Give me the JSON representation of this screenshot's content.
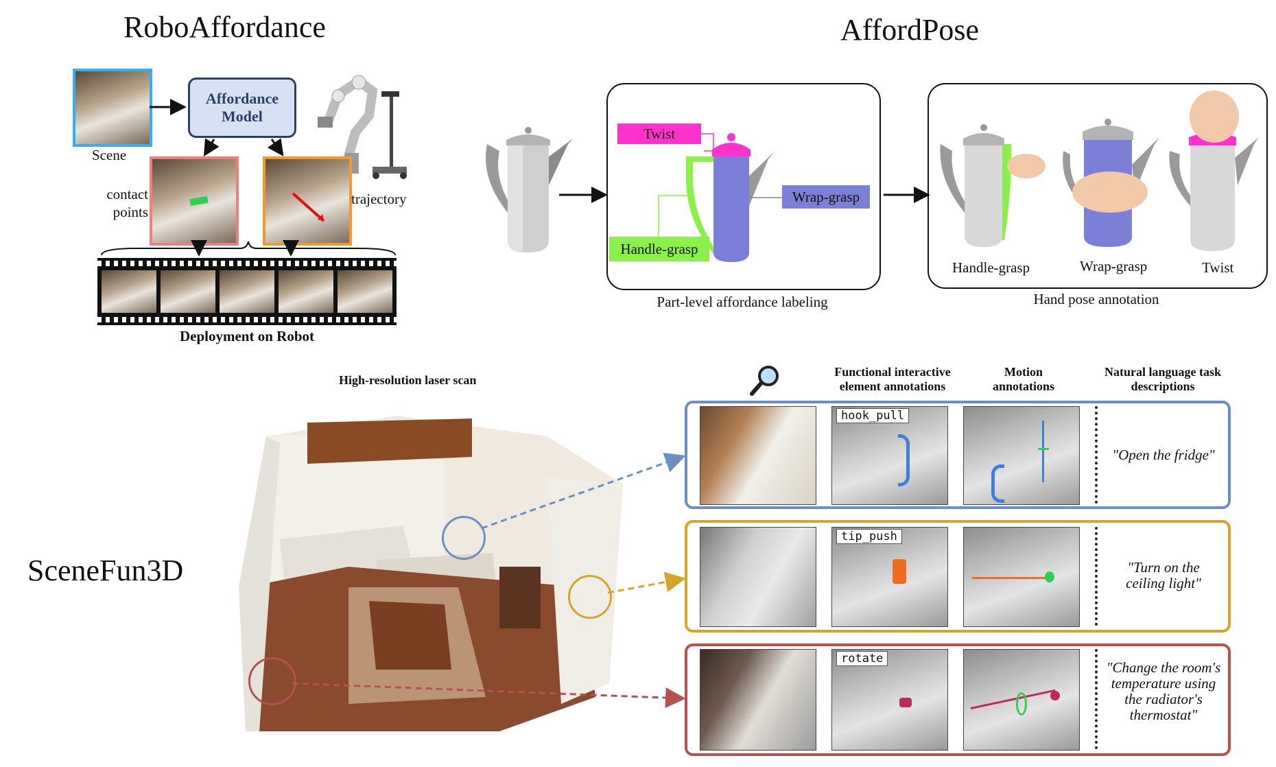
{
  "robo": {
    "title": "RoboAffordance",
    "model_label": "Affordance Model",
    "scene": "Scene",
    "contact_points": "contact points",
    "trajectory": "trajectory",
    "deployment": "Deployment on Robot"
  },
  "afford": {
    "title": "AffordPose",
    "twist": "Twist",
    "wrap_grasp": "Wrap-grasp",
    "handle_grasp": "Handle-grasp",
    "part_level": "Part-level affordance labeling",
    "hand_pose": "Hand pose annotation",
    "pose_labels": [
      "Handle-grasp",
      "Wrap-grasp",
      "Twist"
    ]
  },
  "scenefun": {
    "title": "SceneFun3D",
    "laser_scan": "High-resolution laser scan",
    "col_headers": {
      "functional": "Functional interactive element annotations",
      "motion": "Motion annotations",
      "language": "Natural language task descriptions"
    },
    "rows": [
      {
        "tag": "hook_pull",
        "quote": "\"Open the fridge\"",
        "color": "#6b8fc2"
      },
      {
        "tag": "tip_push",
        "quote": "\"Turn on the ceiling light\"",
        "color": "#d4a52a"
      },
      {
        "tag": "rotate",
        "quote": "\"Change the room's temperature using the radiator's thermostat\"",
        "color": "#b5514f"
      }
    ]
  },
  "colors": {
    "twist": "#ff33cc",
    "wrap": "#7b7fd6",
    "handle": "#8cf04a",
    "scene_border": "#3aaee8",
    "contact_border": "#ef7e7e",
    "traj_border": "#f29a2e"
  }
}
